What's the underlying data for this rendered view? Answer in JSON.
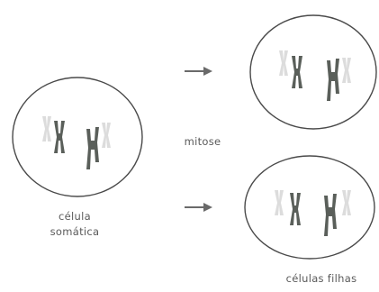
{
  "labels": {
    "cell_line1": "célula",
    "cell_line2": "somática",
    "process": "mitose",
    "daughters": "células filhas"
  },
  "colors": {
    "chromosome": "#5a5f5a",
    "chromosome_faded": "#dcdcdc",
    "outline": "#4a4a4a",
    "arrow": "#6a6a6a"
  },
  "icons": {
    "arrow": "right-arrow-icon"
  }
}
